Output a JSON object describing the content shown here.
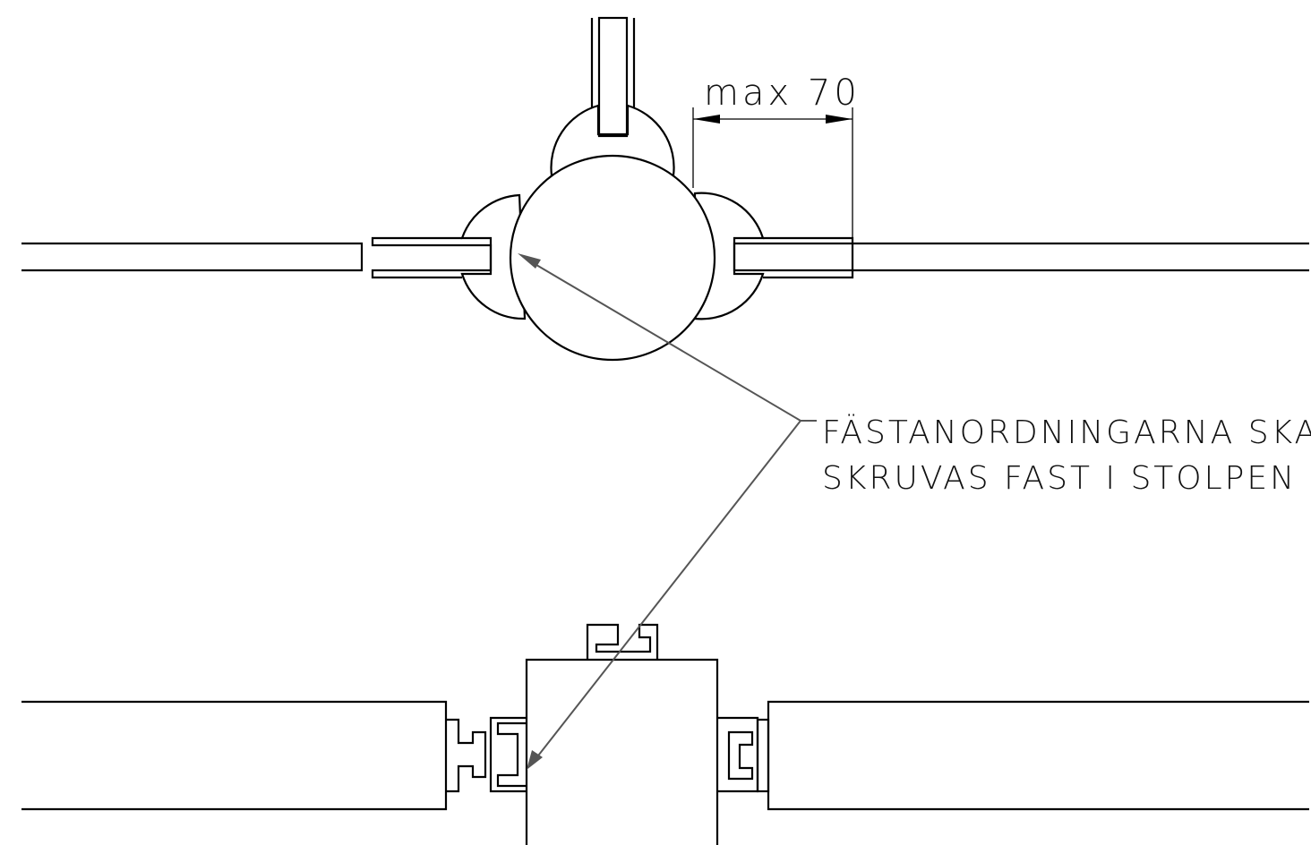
{
  "dimension": {
    "label": "max 70"
  },
  "note": {
    "line1": "FÄSTANORDNINGARNA SKALL",
    "line2": "SKRUVAS FAST I STOLPEN"
  }
}
